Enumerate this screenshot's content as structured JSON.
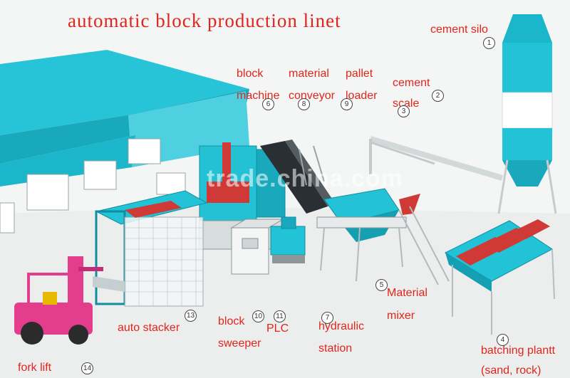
{
  "title": "automatic block production linet",
  "watermark": "trade.china.com",
  "labels": {
    "cement_silo": "cement silo",
    "block": "block",
    "machine": "machine",
    "material": "material",
    "conveyor": "conveyor",
    "pallet": "pallet",
    "loader": "loader",
    "cement": "cement",
    "scale": "scale",
    "material2": "Material",
    "mixer": "mixer",
    "auto_stacker": "auto stacker",
    "block2": "block",
    "sweeper": "sweeper",
    "plc": "PLC",
    "hydraulic": "hydraulic",
    "station": "station",
    "fork_lift": "fork lift",
    "batching": "batching plantt",
    "sand_rock": "(sand, rock)"
  },
  "markers": {
    "m1": "1",
    "m2": "2",
    "m3": "3",
    "m4": "4",
    "m5": "5",
    "m6": "6",
    "m7": "7",
    "m8": "8",
    "m9": "9",
    "m10": "10",
    "m11": "11",
    "m13": "13",
    "m14": "14"
  },
  "colors": {
    "label": "#e0251b",
    "cyan": "#22c3d6",
    "cyan_dark": "#109fb3",
    "magenta": "#e43d8e",
    "red_block": "#cf3a36"
  }
}
